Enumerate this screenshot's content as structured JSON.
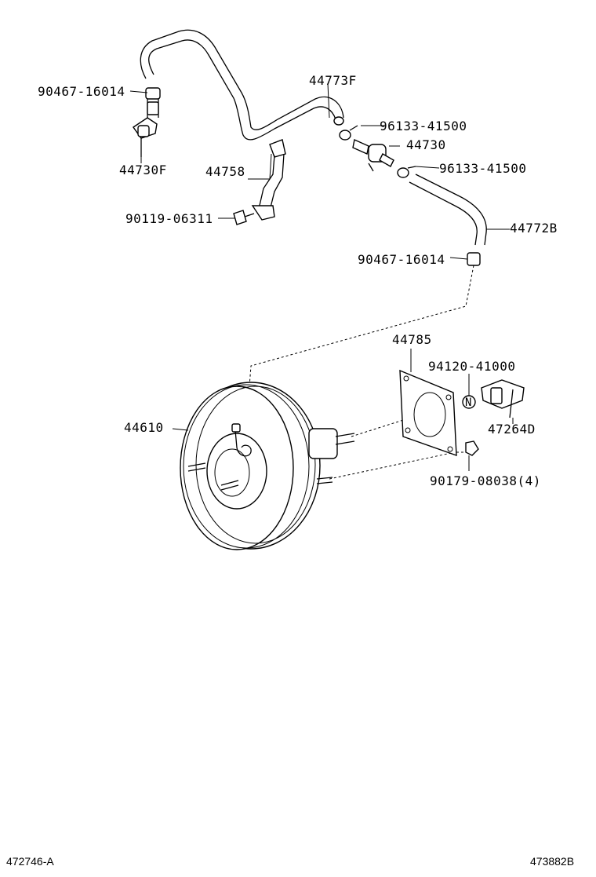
{
  "parts": {
    "hose_upper": "44773F",
    "clamp_upper": "96133-41500",
    "check_valve": "44730",
    "clamp_lower": "96133-41500",
    "hose_lower": "44772B",
    "union_left": "90467-16014",
    "union_right": "90467-16014",
    "valve_left": "44730F",
    "bracket": "44758",
    "bolt": "90119-06311",
    "gasket": "44785",
    "nut_n": "94120-41000",
    "clevis": "47264D",
    "booster": "44610",
    "nut_4": "90179-08038(4)"
  },
  "footer": {
    "left_code": "472746-A",
    "right_code": "473882B"
  },
  "badges": {
    "nut_letter": "N"
  }
}
